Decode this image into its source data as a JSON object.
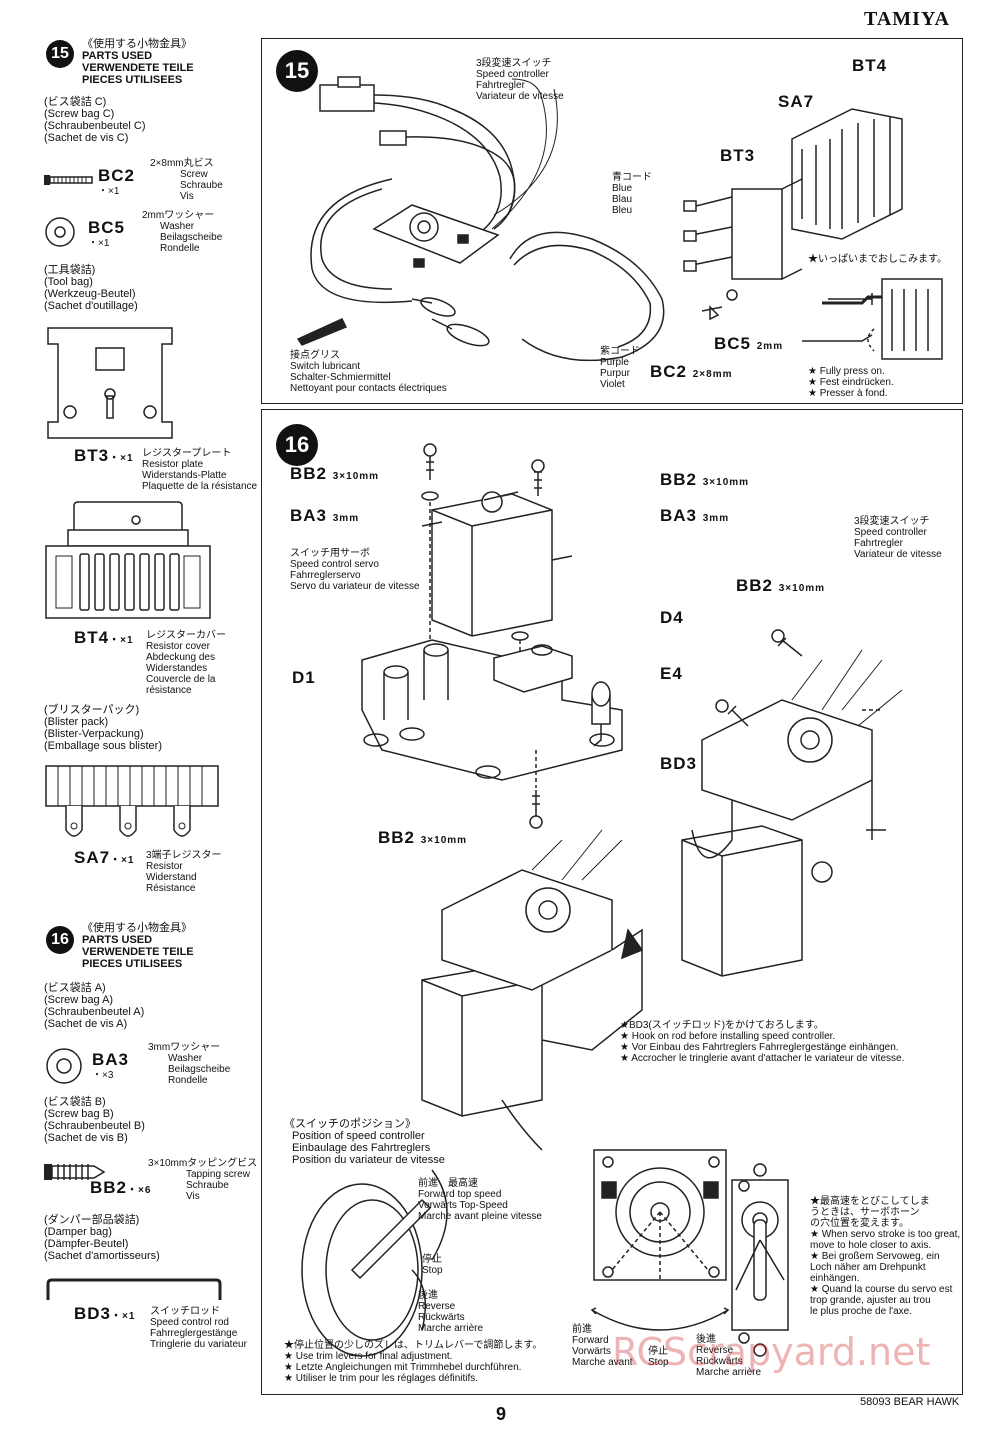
{
  "brand": "TAMIYA",
  "footer": {
    "page_number": "9",
    "model": "58093 BEAR HAWK"
  },
  "watermark": "RCScrapyard.net",
  "sidebar": {
    "step15": {
      "number": "15",
      "title_jp": "《使用する小物金具》",
      "title_lines": [
        "PARTS USED",
        "VERWENDETE TEILE",
        "PIECES UTILISEES"
      ],
      "bag_c": [
        "(ビス袋詰 C)",
        "(Screw bag C)",
        "(Schraubenbeutel C)",
        "(Sachet de vis C)"
      ],
      "bc2": {
        "code": "BC2",
        "qty": "・×1",
        "size": "2×8mm丸ビス",
        "names": [
          "Screw",
          "Schraube",
          "Vis"
        ]
      },
      "bc5": {
        "code": "BC5",
        "qty": "・×1",
        "size": "2mmワッシャー",
        "names": [
          "Washer",
          "Beilagscheibe",
          "Rondelle"
        ]
      },
      "tool_bag": [
        "(工具袋詰)",
        "(Tool bag)",
        "(Werkzeug-Beutel)",
        "(Sachet d'outillage)"
      ],
      "bt3": {
        "code": "BT3",
        "qty": "・×1",
        "jp": "レジスタープレート",
        "names": [
          "Resistor plate",
          "Widerstands-Platte",
          "Plaquette de la résistance"
        ]
      },
      "bt4": {
        "code": "BT4",
        "qty": "・×1",
        "jp": "レジスターカバー",
        "names": [
          "Resistor cover",
          "Abdeckung des",
          "Widerstandes",
          "Couvercle de la",
          "résistance"
        ]
      },
      "blister": [
        "(ブリスターパック)",
        "(Blister pack)",
        "(Blister-Verpackung)",
        "(Emballage sous blister)"
      ],
      "sa7": {
        "code": "SA7",
        "qty": "・×1",
        "jp": "3端子レジスター",
        "names": [
          "Resistor",
          "Widerstand",
          "Résistance"
        ]
      }
    },
    "step16": {
      "number": "16",
      "title_jp": "《使用する小物金具》",
      "title_lines": [
        "PARTS USED",
        "VERWENDETE TEILE",
        "PIECES UTILISEES"
      ],
      "bag_a": [
        "(ビス袋詰 A)",
        "(Screw bag A)",
        "(Schraubenbeutel A)",
        "(Sachet de vis A)"
      ],
      "ba3": {
        "code": "BA3",
        "qty": "・×3",
        "size": "3mmワッシャー",
        "names": [
          "Washer",
          "Beilagscheibe",
          "Rondelle"
        ]
      },
      "bag_b": [
        "(ビス袋詰 B)",
        "(Screw bag B)",
        "(Schraubenbeutel B)",
        "(Sachet de vis B)"
      ],
      "bb2": {
        "code": "BB2",
        "qty": "・×6",
        "size": "3×10mmタッピングビス",
        "names": [
          "Tapping screw",
          "Schraube",
          "Vis"
        ]
      },
      "damper_bag": [
        "(ダンパー部品袋詰)",
        "(Damper bag)",
        "(Dämpfer-Beutel)",
        "(Sachet d'amortisseurs)"
      ],
      "bd3": {
        "code": "BD3",
        "qty": "・×1",
        "jp": "スイッチロッド",
        "names": [
          "Speed control rod",
          "Fahrreglergestänge",
          "Tringlerie du variateur"
        ]
      }
    }
  },
  "step15": {
    "number": "15",
    "speed_controller": [
      "3段変速スイッチ",
      "Speed controller",
      "Fahrtregler",
      "Variateur de vitesse"
    ],
    "blue_cord": [
      "青コード",
      "Blue",
      "Blau",
      "Bleu"
    ],
    "purple_cord": [
      "紫コード",
      "Purple",
      "Purpur",
      "Violet"
    ],
    "lubricant": [
      "接点グリス",
      "Switch lubricant",
      "Schalter-Schmiermittel",
      "Nettoyant pour contacts électriques"
    ],
    "bt4": "BT4",
    "sa7": "SA7",
    "bt3": "BT3",
    "bc5": "BC5",
    "bc5_size": "2mm",
    "bc2": "BC2",
    "bc2_size": "2×8mm",
    "press_note": [
      "★いっぱいまでおしこみます。",
      "★ Fully press on.",
      "★ Fest eindrücken.",
      "★ Presser à fond."
    ]
  },
  "step16": {
    "number": "16",
    "bb2": "BB2",
    "bb2_size": "3×10mm",
    "ba3": "BA3",
    "ba3_size": "3mm",
    "servo": [
      "スイッチ用サーボ",
      "Speed control servo",
      "Fahrreglerservo",
      "Servo du variateur de vitesse"
    ],
    "d4": "D4",
    "d1": "D1",
    "e4": "E4",
    "bd3": "BD3",
    "speed_controller": [
      "3段変速スイッチ",
      "Speed controller",
      "Fahrtregler",
      "Variateur de vitesse"
    ],
    "hook_note": [
      "★BD3(スイッチロッド)をかけておろします。",
      "★ Hook on rod before installing speed controller.",
      "★ Vor Einbau des Fahrtreglers Fahrreglergestänge einhängen.",
      "★ Accrocher le tringlerie avant d'attacher le variateur de vitesse."
    ],
    "position_title": [
      "《スイッチのポジション》",
      "Position of speed controller",
      "Einbaulage des Fahrtreglers",
      "Position du variateur de vitesse"
    ],
    "forward_top": [
      "前進　最高速",
      "Forward top speed",
      "Vorwärts Top-Speed",
      "Marche avant pleine vitesse"
    ],
    "stop": [
      "停止",
      "Stop"
    ],
    "reverse": [
      "後進",
      "Reverse",
      "Rückwärts",
      "Marche arrière"
    ],
    "trim_note": [
      "★停止位置の少しのズレは、トリムレバーで調節します。",
      "★ Use trim levers for final adjustment.",
      "★ Letzte Angleichungen mit Trimmhebel durchführen.",
      "★ Utiliser le trim pour les réglages définitifs."
    ],
    "forward": [
      "前進",
      "Forward",
      "Vorwärts",
      "Marche avant"
    ],
    "stop2": "停止",
    "stop2_en": "Stop",
    "reverse2": [
      "後進",
      "Reverse",
      "Rückwärts",
      "Marche arrière"
    ],
    "servo_note": [
      "★最高速をとびこしてしま",
      "うときは、サーボホーン",
      "の穴位置を変えます。",
      "★ When servo stroke is too great,",
      "move to hole closer to axis.",
      "★ Bei großem Servoweg, ein",
      "Loch näher am Drehpunkt",
      "einhängen.",
      "★ Quand la course du servo est",
      "trop grande, ajuster au trou",
      "le plus proche de l'axe."
    ]
  }
}
